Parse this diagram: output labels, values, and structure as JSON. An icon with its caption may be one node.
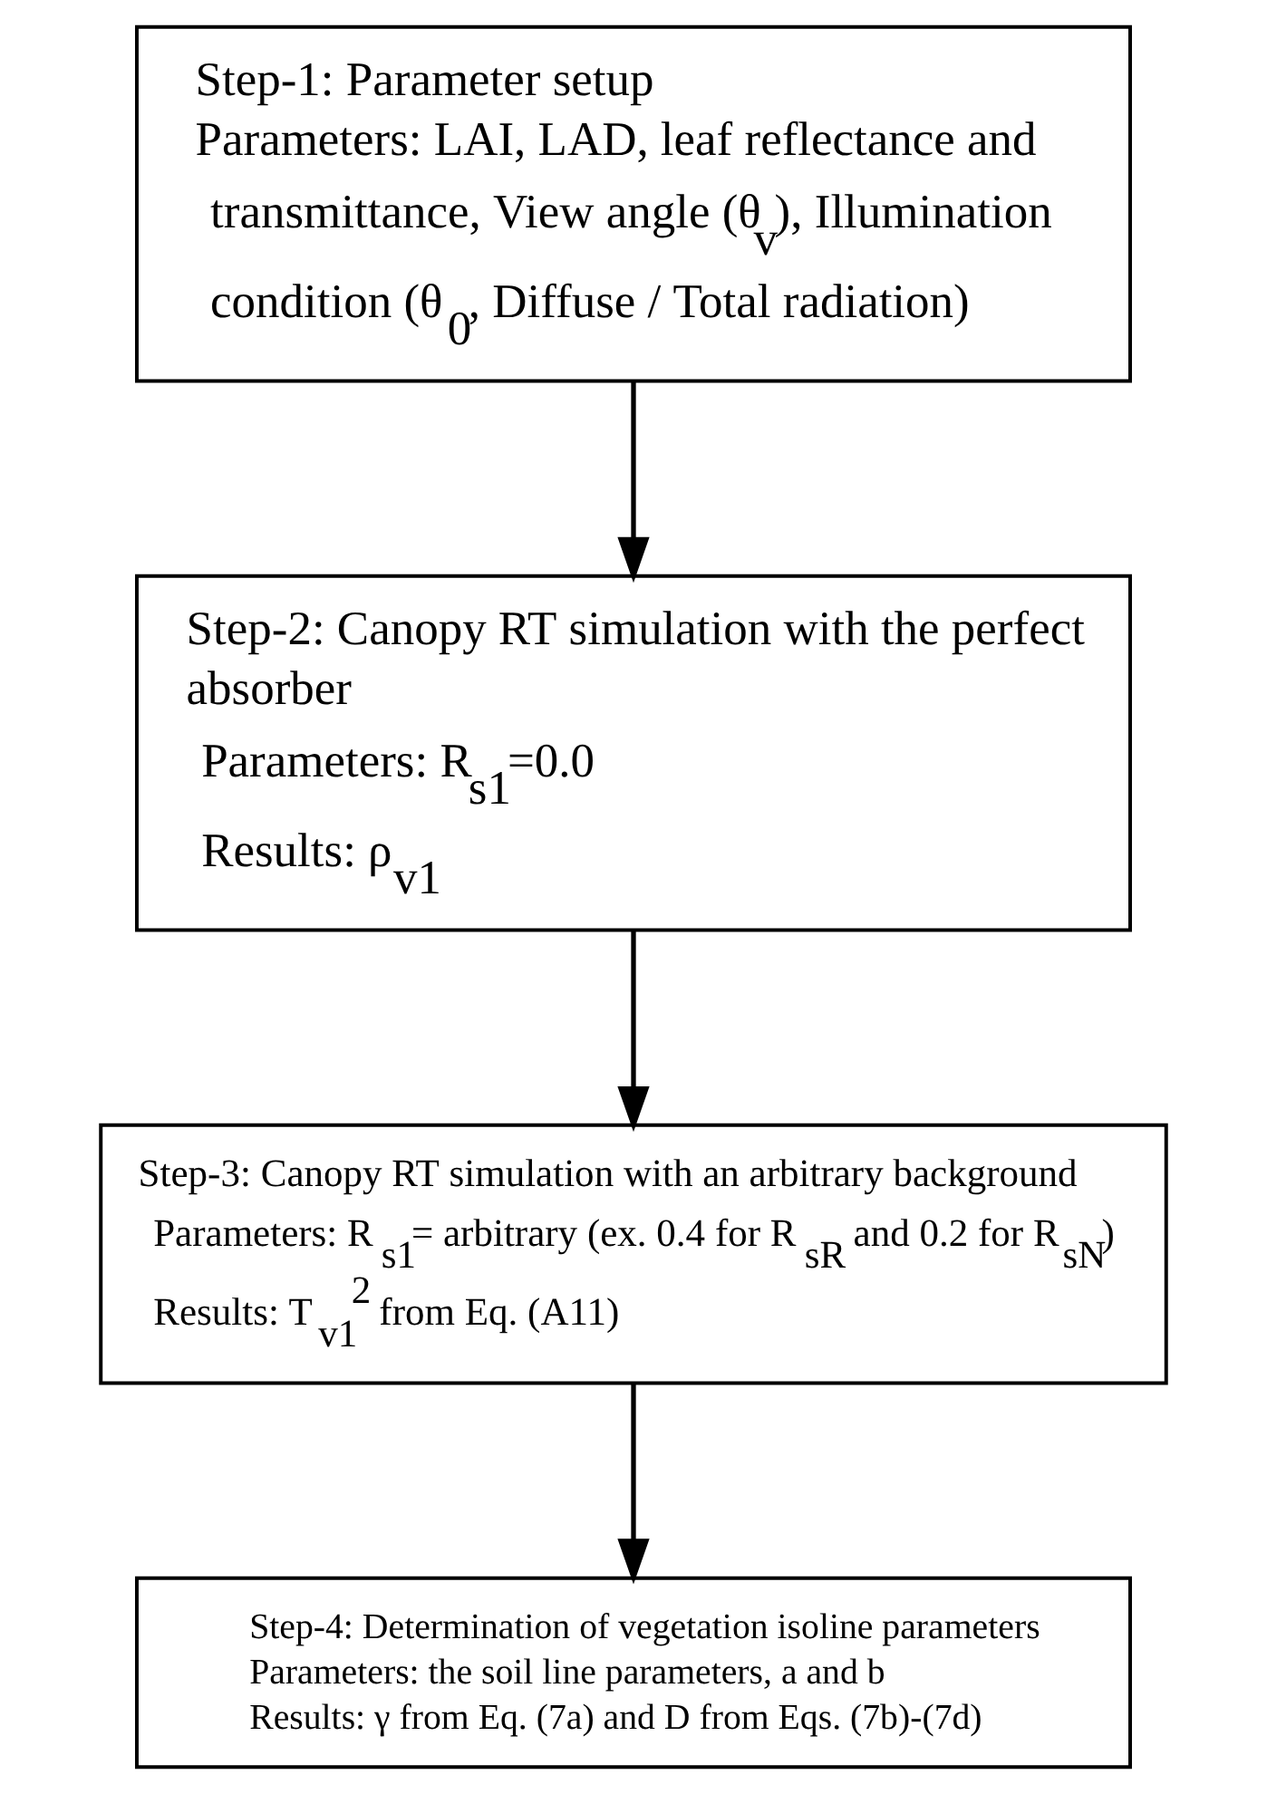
{
  "diagram": {
    "nodes": [
      {
        "text": [
          "Step-1: Parameter setup",
          "Parameters: LAI, LAD, leaf reflectance and transmittance, View angle (θ$_{v}$), Illumination condition (θ$_{0}$, Diffuse / Total radiation)"
        ]
      },
      {
        "text": [
          "Step-2: Canopy RT simulation with the perfect absorber",
          "Parameters: R$_{s1}$=0.0",
          "Results: ρ$_{v1}$"
        ]
      },
      {
        "text": [
          "Step-3: Canopy RT simulation with an arbitrary background",
          "Parameters: R$_{s1}$= arbitrary (ex. 0.4 for R$_{sR}$ and 0.2 for R$_{sN}$)",
          "Results: T$_{v1}$$^{2}$ from Eq. (A11)"
        ]
      },
      {
        "text": [
          "Step-4: Determination of vegetation isoline parameters",
          "Parameters: the soil line parameters, a and b",
          "Results: γ from Eq. (7a) and D from Eqs. (7b)-(7d)"
        ]
      }
    ],
    "edges": [
      {
        "from": 0,
        "to": 1,
        "arrow": "to"
      },
      {
        "from": 1,
        "to": 2,
        "arrow": "to"
      },
      {
        "from": 2,
        "to": 3,
        "arrow": "to"
      }
    ]
  }
}
